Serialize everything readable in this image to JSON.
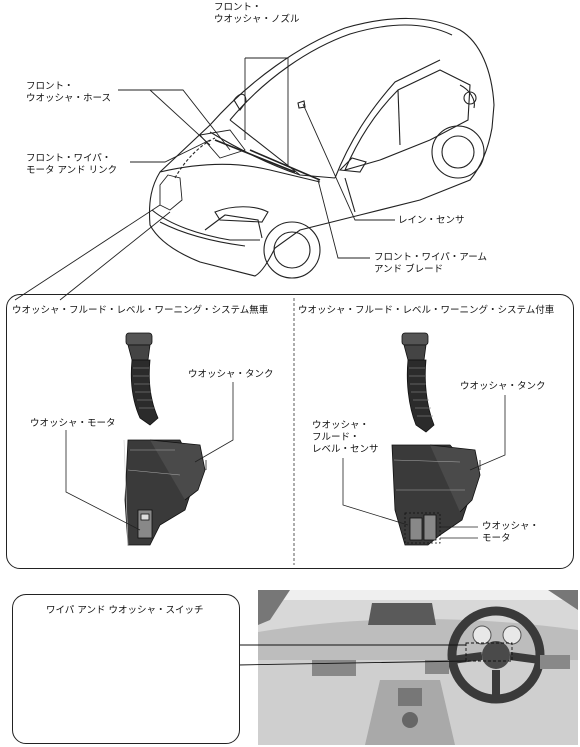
{
  "labels": {
    "front_washer_nozzle": "フロント・\nウオッシャ・ノズル",
    "front_washer_hose": "フロント・\nウオッシャ・ホース",
    "front_wiper_motor": "フロント・ワイパ・\nモータ アンド リンク",
    "rain_sensor": "レイン・センサ",
    "front_wiper_arm": "フロント・ワイパ・アーム\nアンド ブレード",
    "panel_left_title": "ウオッシャ・フルード・レベル・ワーニング・システム無車",
    "panel_right_title": "ウオッシャ・フルード・レベル・ワーニング・システム付車",
    "left_tank": "ウオッシャ・タンク",
    "left_motor": "ウオッシャ・モータ",
    "right_tank": "ウオッシャ・タンク",
    "right_level_sensor": "ウオッシャ・\nフルード・\nレベル・センサ",
    "right_motor": "ウオッシャ・\nモータ",
    "switch_title": "ワイパ アンド ウオッシャ・スイッチ"
  }
}
